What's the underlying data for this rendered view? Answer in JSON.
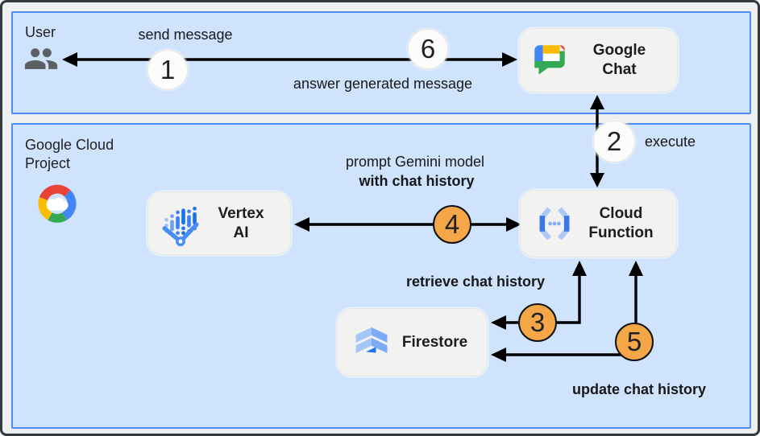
{
  "zones": {
    "user": {
      "label": "User"
    },
    "cloud": {
      "label_line1": "Google Cloud",
      "label_line2": "Project"
    }
  },
  "nodes": {
    "google_chat": {
      "label_line1": "Google",
      "label_line2": "Chat",
      "icon": "google-chat-logo"
    },
    "vertex_ai": {
      "label_line1": "Vertex",
      "label_line2": "AI",
      "icon": "vertex-ai-icon"
    },
    "cloud_function": {
      "label_line1": "Cloud",
      "label_line2": "Function",
      "icon": "cloud-functions-icon"
    },
    "firestore": {
      "label": "Firestore",
      "icon": "firestore-icon"
    }
  },
  "icons": {
    "user": "people-icon",
    "cloud_project": "google-cloud-logo"
  },
  "steps": {
    "step1": {
      "num": "1",
      "label": "send message"
    },
    "step2": {
      "num": "2",
      "label": "execute"
    },
    "step3": {
      "num": "3",
      "label": "retrieve chat history"
    },
    "step4": {
      "num": "4",
      "label_line1": "prompt Gemini model",
      "label_line2": "with chat history"
    },
    "step5": {
      "num": "5",
      "label": "update chat history"
    },
    "step6": {
      "num": "6",
      "label": "answer generated message"
    }
  },
  "edges": [
    {
      "from": "google_chat",
      "to": "user",
      "steps": [
        "1",
        "6"
      ],
      "bidirectional": true
    },
    {
      "from": "google_chat",
      "to": "cloud_function",
      "steps": [
        "2"
      ],
      "bidirectional": true
    },
    {
      "from": "cloud_function",
      "to": "vertex_ai",
      "steps": [
        "4"
      ],
      "bidirectional": true
    },
    {
      "from": "cloud_function",
      "to": "firestore",
      "steps": [
        "3"
      ],
      "bidirectional": true
    },
    {
      "from": "cloud_function",
      "to": "firestore",
      "steps": [
        "5"
      ],
      "bidirectional": true
    }
  ],
  "colors": {
    "band_fill": "#cfe3fd",
    "band_border": "#4d8cf6",
    "node_fill": "#f2f2f1",
    "badge_white_fill": "#fcfcfa",
    "badge_orange_fill": "#f5a747",
    "arrow": "#000000",
    "google_blue": "#4285f4",
    "google_red": "#ea4335",
    "google_yellow": "#fbbc05",
    "google_green": "#34a853"
  }
}
